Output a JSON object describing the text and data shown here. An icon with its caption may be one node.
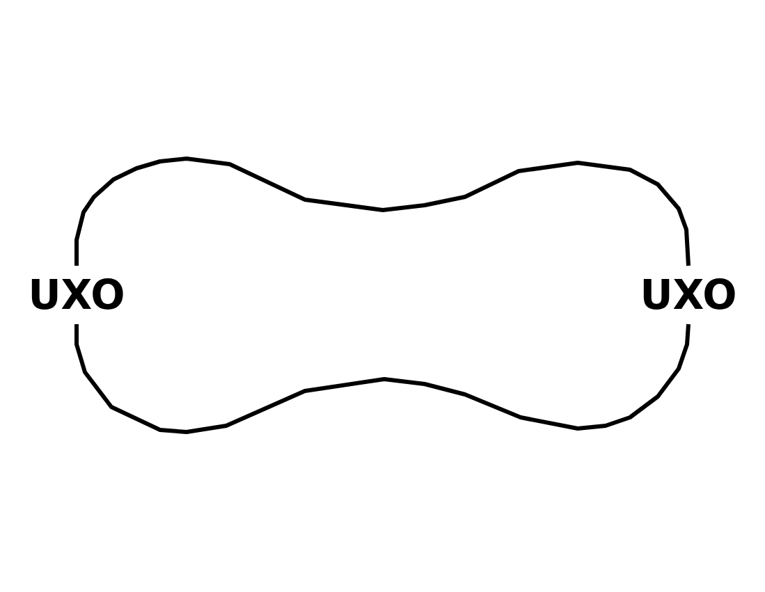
{
  "diagram": {
    "nodes": [
      {
        "text": [
          "UXO"
        ]
      },
      {
        "text": [
          "UXO"
        ]
      }
    ],
    "edges": [
      {
        "from": 0,
        "to": 1,
        "arrow": "none"
      },
      {
        "from": 0,
        "to": 1,
        "arrow": "none"
      }
    ]
  }
}
